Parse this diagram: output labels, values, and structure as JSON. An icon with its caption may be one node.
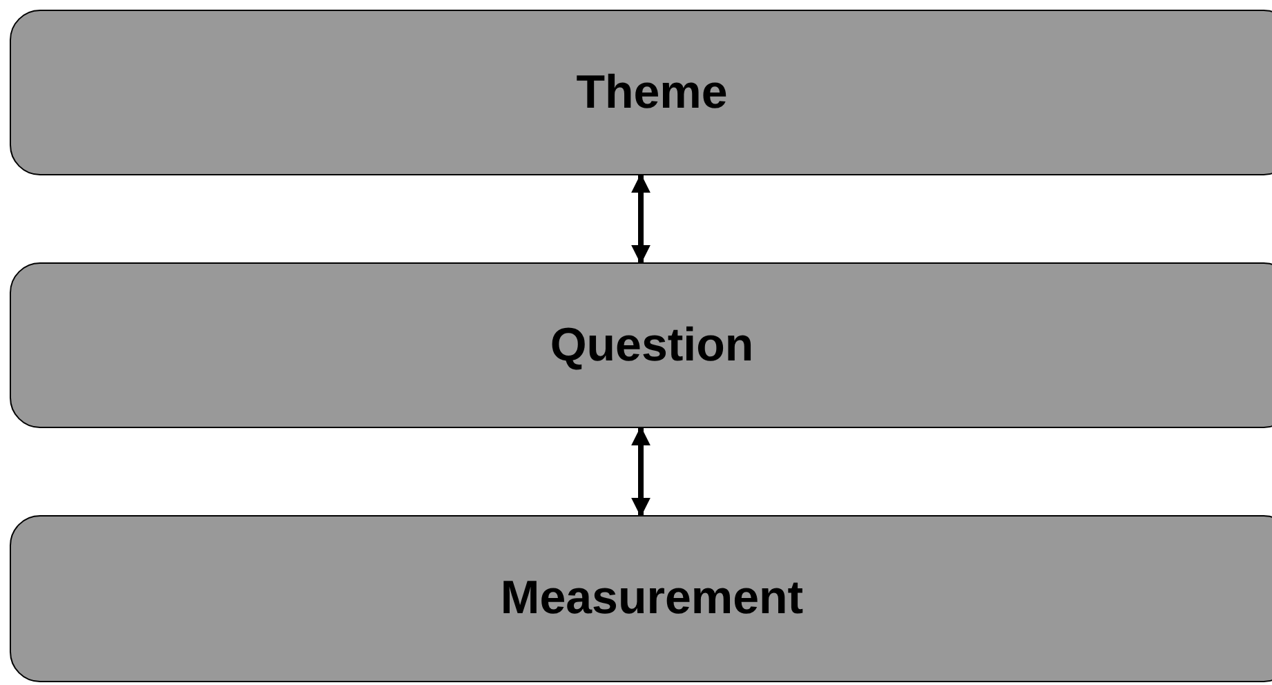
{
  "diagram": {
    "nodes": [
      {
        "text": [
          "Theme"
        ]
      },
      {
        "text": [
          "Question"
        ]
      },
      {
        "text": [
          "Measurement"
        ]
      }
    ],
    "edges": [
      {
        "from": 0,
        "to": 1,
        "arrow": "both"
      },
      {
        "from": 1,
        "to": 2,
        "arrow": "both"
      }
    ]
  }
}
